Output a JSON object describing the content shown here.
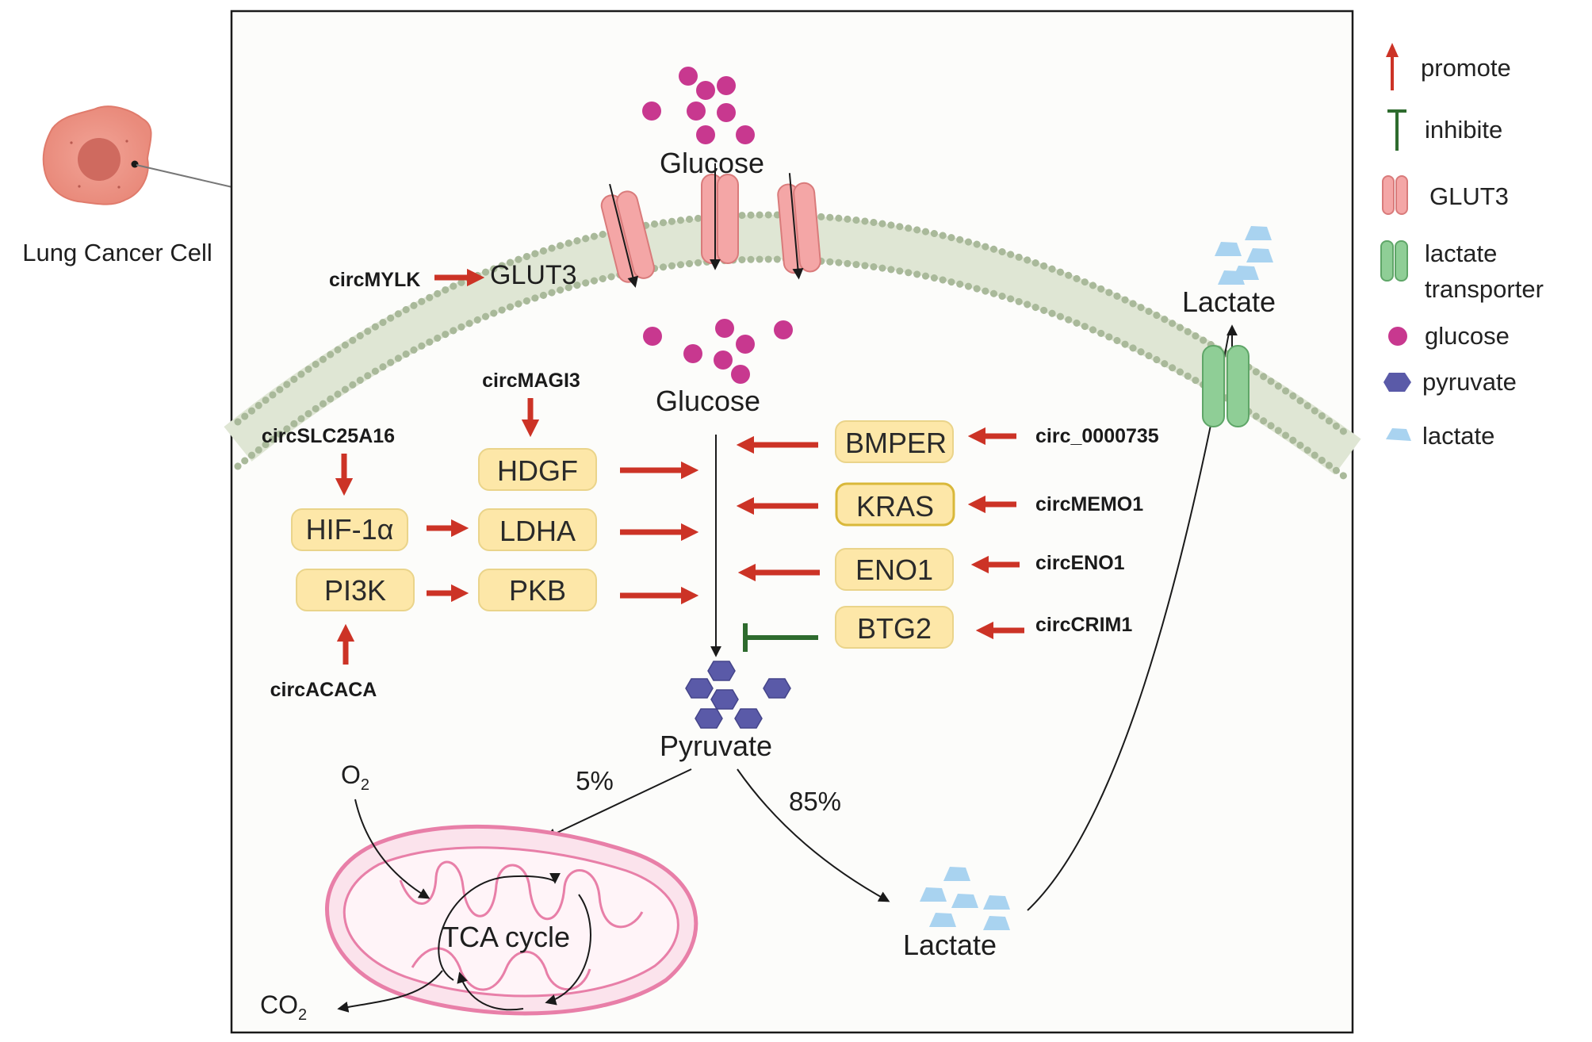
{
  "cell_label": "Lung Cancer Cell",
  "glucose_outside": "Glucose",
  "glucose_inside": "Glucose",
  "pyruvate": "Pyruvate",
  "lactate_outside": "Lactate",
  "lactate_inside": "Lactate",
  "tca": "TCA cycle",
  "o2": "O",
  "o2_sub": "2",
  "co2": "CO",
  "co2_sub": "2",
  "pct_tca": "5%",
  "pct_lactate": "85%",
  "glut3_label": "GLUT3",
  "circ": {
    "mylk": "circMYLK",
    "magi3": "circMAGI3",
    "slc25a16": "circSLC25A16",
    "acaca": "circACACA",
    "c0000735": "circ_0000735",
    "memo1": "circMEMO1",
    "eno1": "circENO1",
    "crim1": "circCRIM1"
  },
  "genes": {
    "hdgf": "HDGF",
    "hif1a": "HIF-1α",
    "ldha": "LDHA",
    "pi3k": "PI3K",
    "pkb": "PKB",
    "bmper": "BMPER",
    "kras": "KRAS",
    "eno1": "ENO1",
    "btg2": "BTG2"
  },
  "legend": {
    "promote": "promote",
    "inhibite": "inhibite",
    "glut3": "GLUT3",
    "lactate_transporter_1": "lactate",
    "lactate_transporter_2": "transporter",
    "glucose": "glucose",
    "pyruvate": "pyruvate",
    "lactate": "lactate"
  },
  "colors": {
    "promote": "#cc3326",
    "inhibit": "#2e6b2e",
    "glucose": "#c8388f",
    "pyruvate": "#5a5aa8",
    "lactate": "#a9d3f0",
    "glut3": "#f4a6a6",
    "transporter": "#8fce96",
    "gene_box": "#fde7a8",
    "membrane": "#b8c8a8",
    "mito": "#e87fa8"
  }
}
